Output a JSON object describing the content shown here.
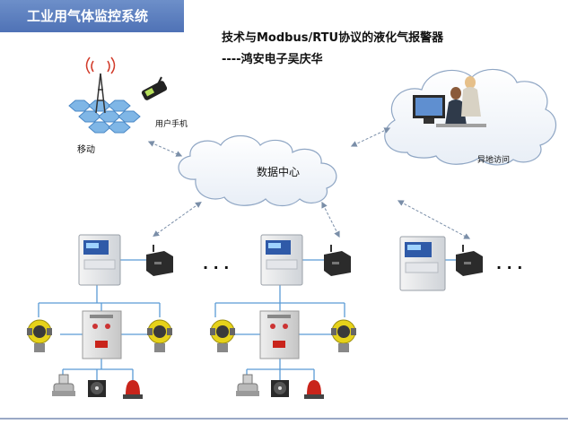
{
  "header": {
    "title": "工业用气体监控系统",
    "headline": "技术与Modbus/RTU协议的液化气报警器",
    "author": "----鸿安电子吴庆华"
  },
  "nodes": {
    "mobile_label": "移动",
    "phone_label": "用户手机",
    "datacenter_label": "数据中心",
    "remote_label": "异地访问"
  },
  "ellipsis": ". . .",
  "colors": {
    "banner": "#5b7fc0",
    "link_lines": "#5a9bd5",
    "dash_arrows": "#7a8ea8",
    "panel_display": "#2f5aa8",
    "sensor_yellow": "#e6d21a",
    "alarm_red": "#c9241b"
  }
}
